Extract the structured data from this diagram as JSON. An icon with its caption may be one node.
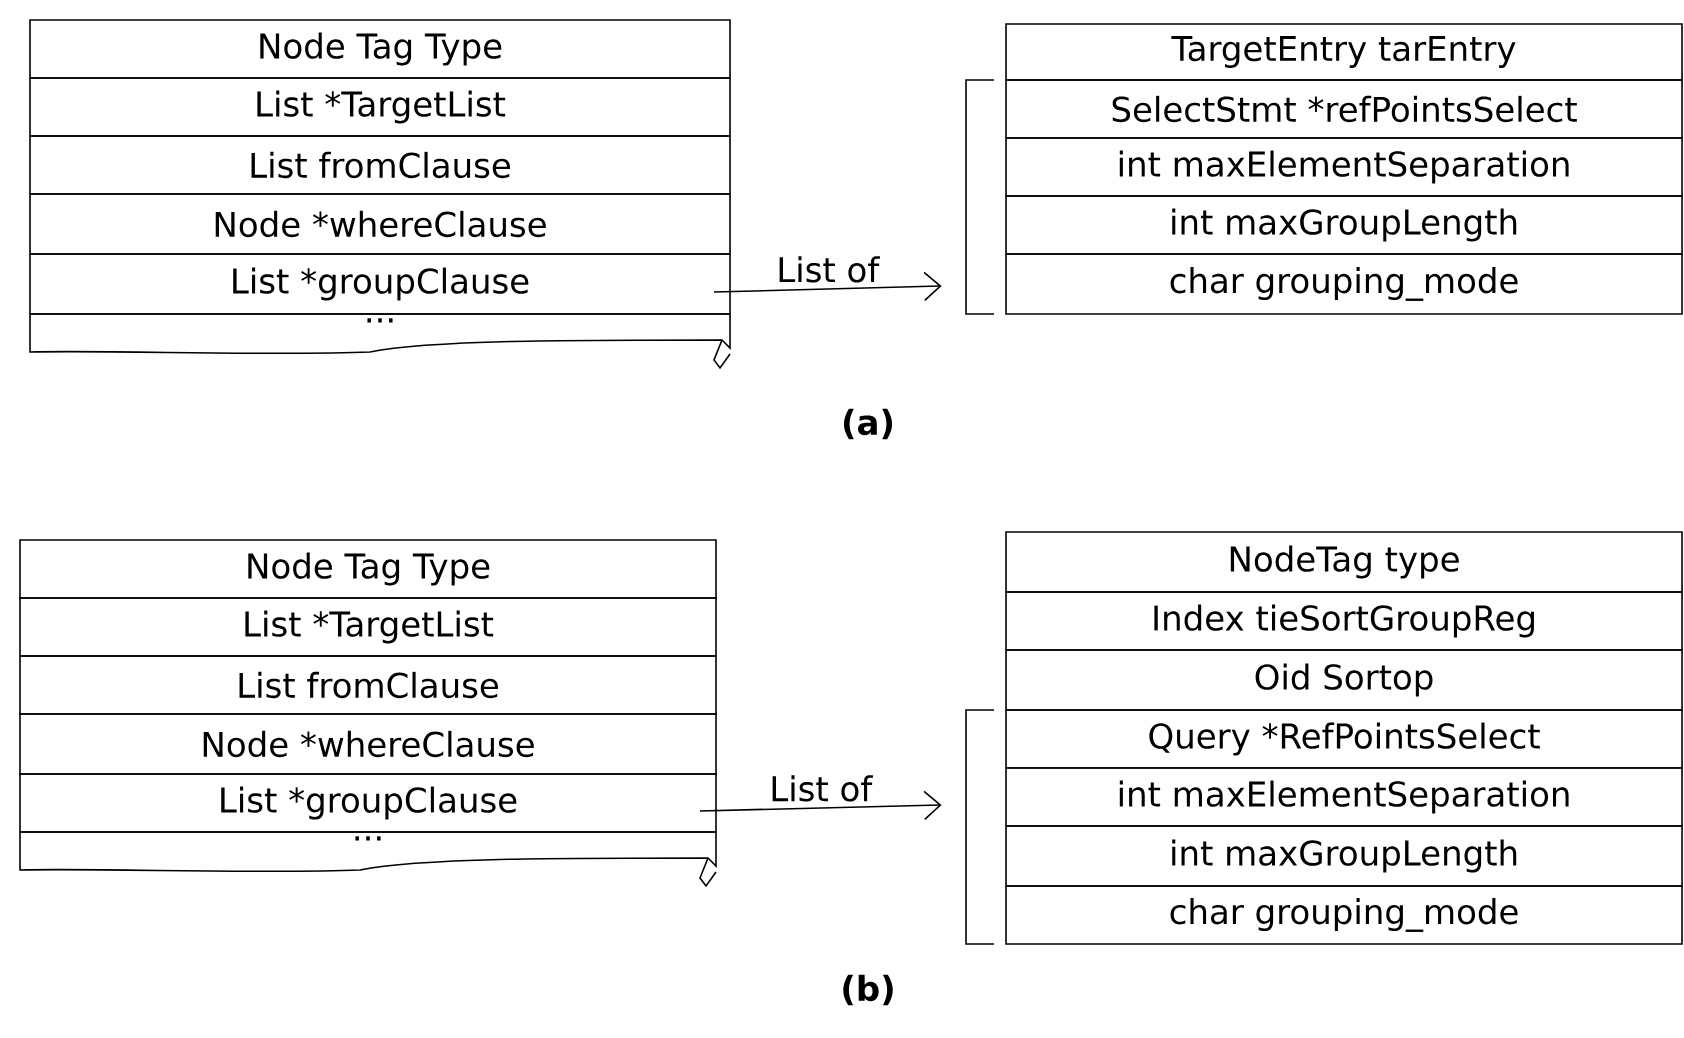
{
  "diagram": {
    "nodes": [
      {
        "text": [
          "Node Tag Type"
        ]
      },
      {
        "text": [
          "List *TargetList"
        ]
      },
      {
        "text": [
          "List fromClause"
        ]
      },
      {
        "text": [
          "Node *whereClause"
        ]
      },
      {
        "text": [
          "List *groupClause"
        ]
      },
      {
        "text": [
          "..."
        ]
      },
      {
        "text": [
          "TargetEntry tarEntry"
        ]
      },
      {
        "text": [
          "SelectStmt *refPointsSelect"
        ]
      },
      {
        "text": [
          "int maxElementSeparation"
        ]
      },
      {
        "text": [
          "int maxGroupLength"
        ]
      },
      {
        "text": [
          "char grouping_mode"
        ]
      },
      {
        "text": [],
        "shape": "bracket"
      },
      {
        "text": [
          "Node Tag Type"
        ]
      },
      {
        "text": [
          "List *TargetList"
        ]
      },
      {
        "text": [
          "List fromClause"
        ]
      },
      {
        "text": [
          "Node *whereClause"
        ]
      },
      {
        "text": [
          "List *groupClause"
        ]
      },
      {
        "text": [
          "..."
        ]
      },
      {
        "text": [
          "NodeTag type"
        ]
      },
      {
        "text": [
          "Index tieSortGroupReg"
        ]
      },
      {
        "text": [
          "Oid Sortop"
        ]
      },
      {
        "text": [
          "Query *RefPointsSelect"
        ]
      },
      {
        "text": [
          "int maxElementSeparation"
        ]
      },
      {
        "text": [
          "int maxGroupLength"
        ]
      },
      {
        "text": [
          "char grouping_mode"
        ]
      },
      {
        "text": [],
        "shape": "bracket"
      }
    ],
    "edges": [
      {
        "from": 4,
        "to": 11,
        "arrow": "to",
        "label": "List of"
      },
      {
        "from": 16,
        "to": 25,
        "arrow": "to",
        "label": "List of"
      }
    ],
    "labels": [
      "(a)",
      "(b)"
    ]
  }
}
